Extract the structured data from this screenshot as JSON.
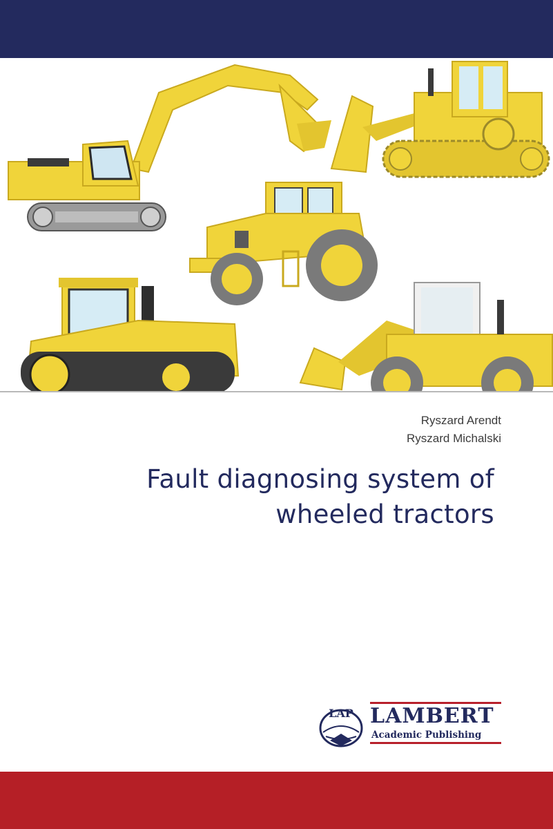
{
  "cover": {
    "authors": [
      "Ryszard Arendt",
      "Ryszard Michalski"
    ],
    "title_line1": "Fault diagnosing system of",
    "title_line2": "wheeled tractors"
  },
  "publisher": {
    "logo_text": "LAP",
    "name": "LAMBERT",
    "subtitle": "Academic Publishing"
  },
  "colors": {
    "navy": "#232a5e",
    "red": "#b51f26",
    "machine_yellow": "#f0d43a",
    "machine_dark_yellow": "#c9a91e",
    "track_gray": "#8a8a8a"
  },
  "illustration": {
    "machines": [
      "excavator-icon",
      "bulldozer-icon",
      "tractor-icon",
      "tracked-tractor-icon",
      "wheel-loader-icon"
    ]
  }
}
